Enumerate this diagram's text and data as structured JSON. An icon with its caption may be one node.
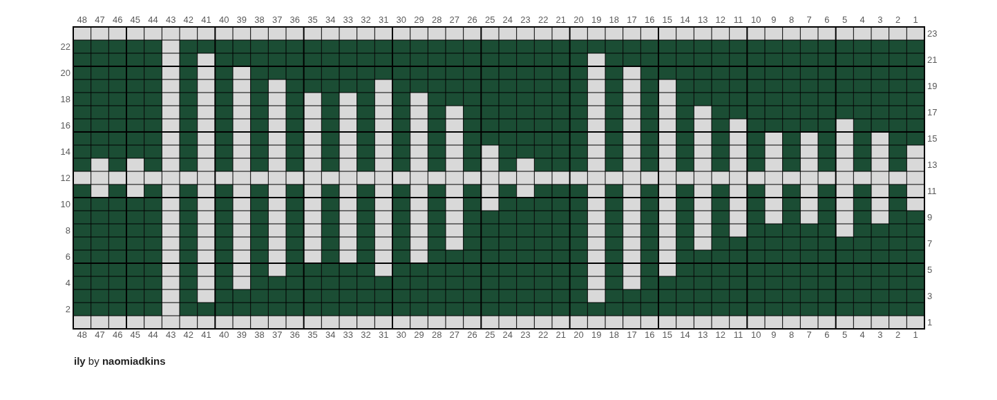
{
  "diagram": {
    "caption": "**ily** by **naomiadkins**",
    "labels": [
      "48",
      "47",
      "46",
      "45",
      "44",
      "43",
      "42",
      "41",
      "40",
      "39",
      "38",
      "37",
      "36",
      "35",
      "34",
      "33",
      "32",
      "31",
      "30",
      "29",
      "28",
      "27",
      "26",
      "25",
      "24",
      "23",
      "22",
      "21",
      "20",
      "19",
      "18",
      "17",
      "16",
      "15",
      "14",
      "13",
      "12",
      "11",
      "10",
      "9",
      "8",
      "7",
      "6",
      "5",
      "4",
      "3",
      "2",
      "1",
      "23",
      "22",
      "21",
      "20",
      "19",
      "18",
      "17",
      "16",
      "15",
      "14",
      "13",
      "12",
      "11",
      "10",
      "9",
      "8",
      "7",
      "6",
      "5",
      "4",
      "3",
      "2",
      "1",
      "48",
      "47",
      "46",
      "45",
      "44",
      "43",
      "42",
      "41",
      "40",
      "39",
      "38",
      "37",
      "36",
      "35",
      "34",
      "33",
      "32",
      "31",
      "30",
      "29",
      "28",
      "27",
      "26",
      "25",
      "24",
      "23",
      "22",
      "21",
      "20",
      "19",
      "18",
      "17",
      "16",
      "15",
      "14",
      "13",
      "12",
      "11",
      "10",
      "9",
      "8",
      "7",
      "6",
      "5",
      "4",
      "3",
      "2",
      "1"
    ]
  }
}
